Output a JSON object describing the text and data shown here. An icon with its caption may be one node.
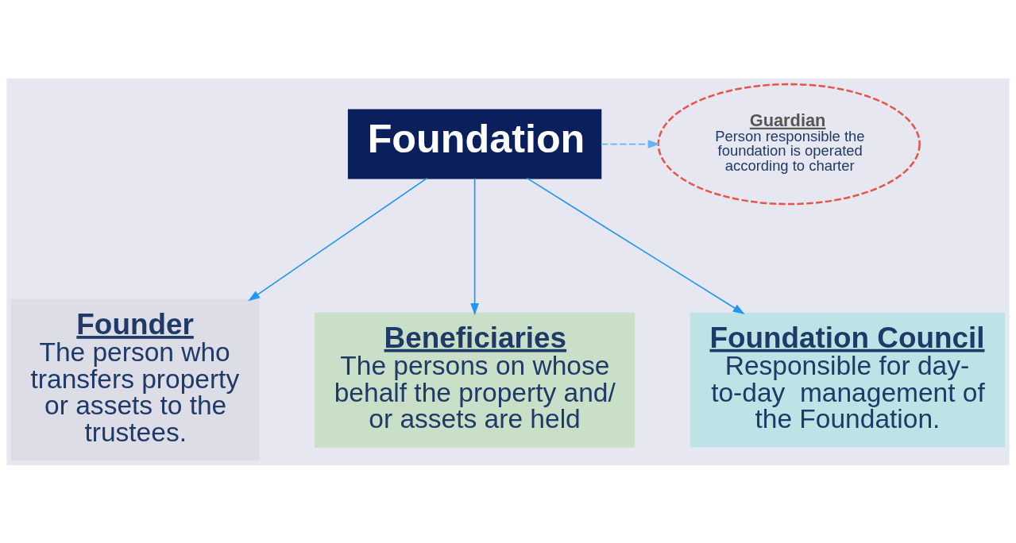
{
  "diagram": {
    "nodes": [
      {
        "text": [
          "Foundation"
        ]
      },
      {
        "text": [
          "Guardian",
          "Person responsible the foundation is operated according to charter"
        ]
      },
      {
        "text": [
          "Founder",
          "The person who transfers property or assets to the trustees."
        ]
      },
      {
        "text": [
          "Beneficiaries",
          "The persons on whose behalf the property and/ or assets are held"
        ]
      },
      {
        "text": [
          "Foundation Council",
          "Responsible for day-to-day  management of the Foundation."
        ]
      }
    ],
    "edges": [
      {
        "from": 0,
        "to": 1,
        "arrow": "to",
        "style": "dashed",
        "color": "#64b5f6"
      },
      {
        "from": 0,
        "to": 2,
        "arrow": "to"
      },
      {
        "from": 0,
        "to": 3,
        "arrow": "to"
      },
      {
        "from": 0,
        "to": 4,
        "arrow": "to"
      }
    ]
  }
}
